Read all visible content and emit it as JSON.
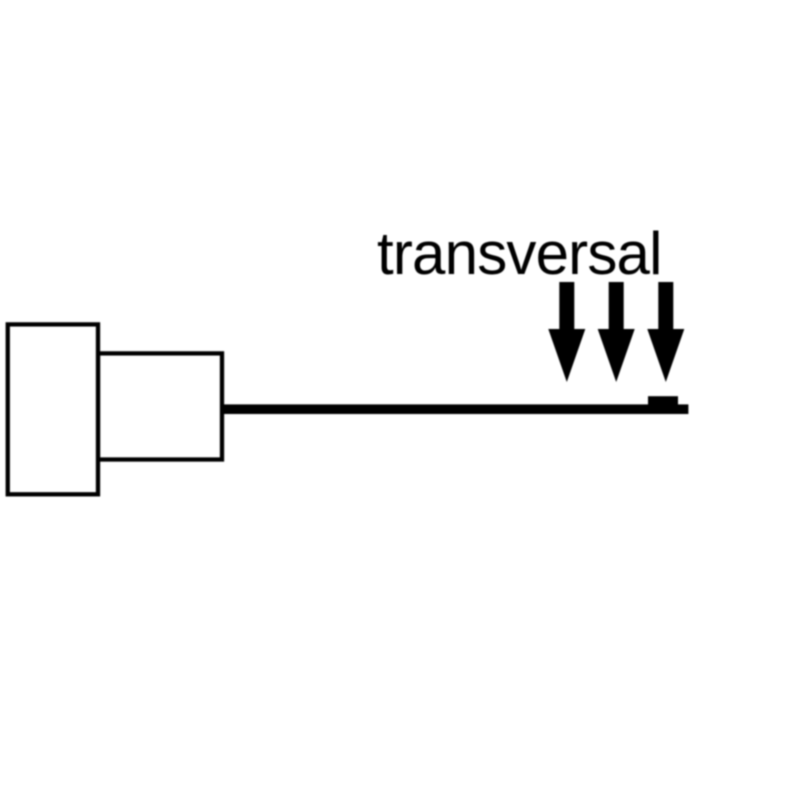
{
  "diagram": {
    "label": "transversal",
    "colors": {
      "ink": "#000000",
      "background": "#ffffff"
    },
    "elements": {
      "support_outer_block": "large upright rectangle (fixed support)",
      "support_inner_block": "smaller rectangle attached to support",
      "beam": "long thin horizontal bar extending right",
      "load_patch": "small solid block on top of beam right end",
      "arrows": "three downward force arrows above beam end",
      "arrow_count": 3
    }
  }
}
